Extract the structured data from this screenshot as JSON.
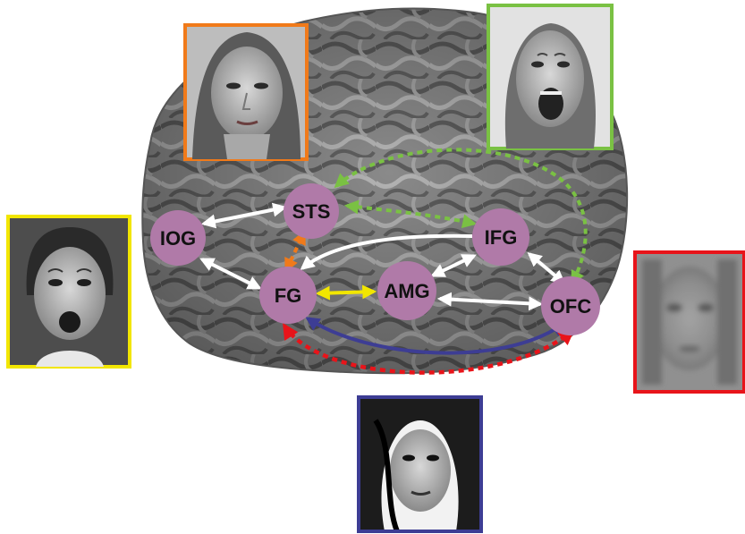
{
  "nodes": [
    {
      "id": "iog",
      "label": "IOG"
    },
    {
      "id": "sts",
      "label": "STS"
    },
    {
      "id": "fg",
      "label": "FG"
    },
    {
      "id": "amg",
      "label": "AMG"
    },
    {
      "id": "ifg",
      "label": "IFG"
    },
    {
      "id": "ofc",
      "label": "OFC"
    }
  ],
  "colors": {
    "node_fill": "#b07aa8",
    "white_arrow": "#ffffff",
    "orange": "#f07a1a",
    "green": "#7ac143",
    "yellow": "#f2e600",
    "blue": "#3d3d94",
    "red": "#e8141a",
    "frame_orange": "#f07a1a",
    "frame_green": "#7ac143",
    "frame_yellow": "#f2e600",
    "frame_red": "#e8141a",
    "frame_blue": "#3d3d94"
  },
  "photos": [
    {
      "id": "neutral",
      "frame": "orange",
      "depicts": "neutral face"
    },
    {
      "id": "dynamic",
      "frame": "green",
      "depicts": "open-mouth face"
    },
    {
      "id": "fear",
      "frame": "yellow",
      "depicts": "fearful face"
    },
    {
      "id": "blurred",
      "frame": "red",
      "depicts": "blurred low-spatial-frequency face"
    },
    {
      "id": "attractive",
      "frame": "blue",
      "depicts": "face"
    }
  ]
}
